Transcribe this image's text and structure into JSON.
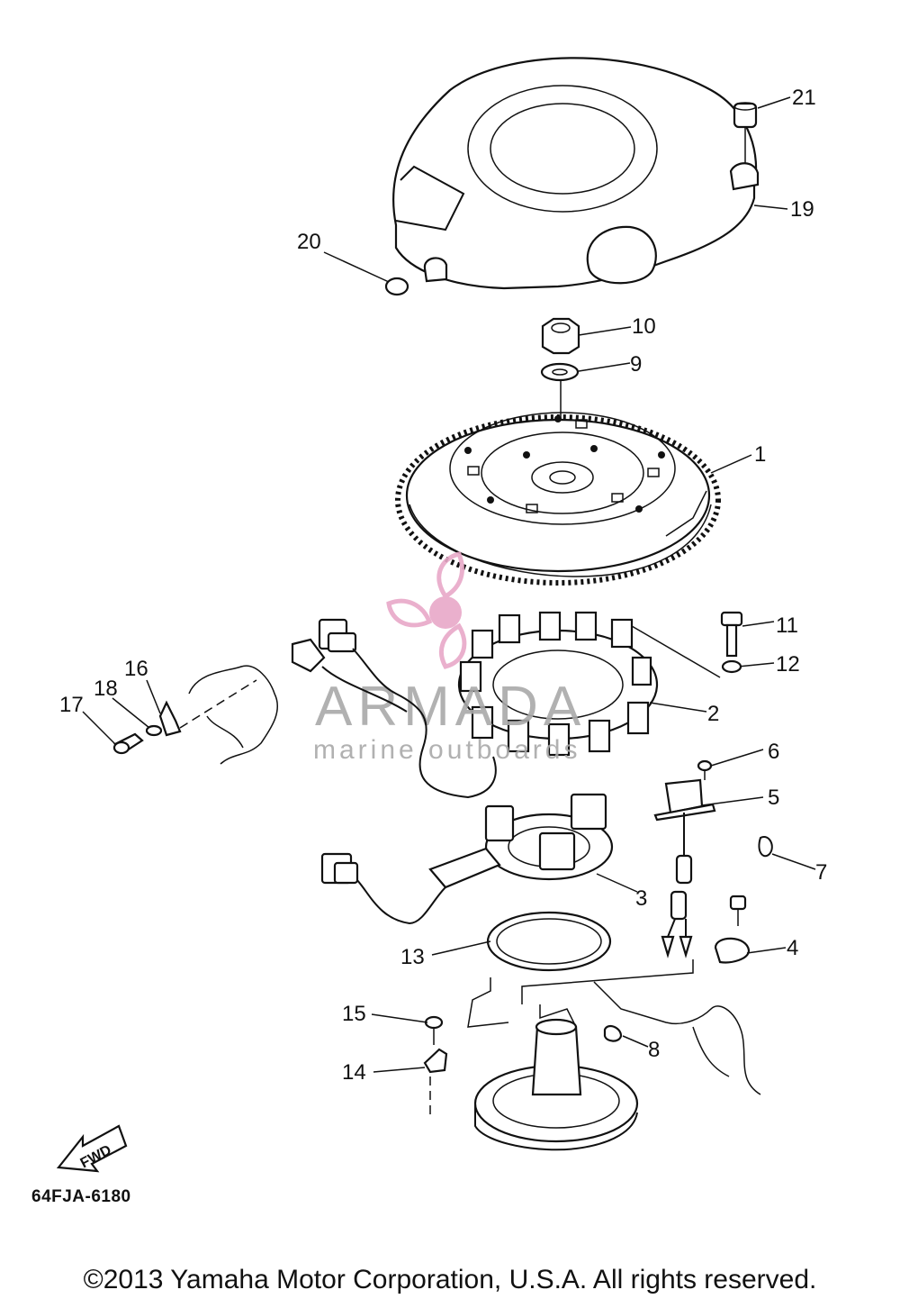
{
  "callouts": [
    "1",
    "2",
    "3",
    "4",
    "5",
    "6",
    "7",
    "8",
    "9",
    "10",
    "11",
    "12",
    "13",
    "14",
    "15",
    "16",
    "17",
    "18",
    "19",
    "20",
    "21"
  ],
  "direction_arrow": "FWD",
  "drawing_code": "64FJA-6180",
  "watermark": {
    "brand": "ARMADA",
    "tagline": "marine outboards",
    "color": "#e8a8c8"
  },
  "copyright": "©2013 Yamaha Motor Corporation, U.S.A. All rights reserved."
}
